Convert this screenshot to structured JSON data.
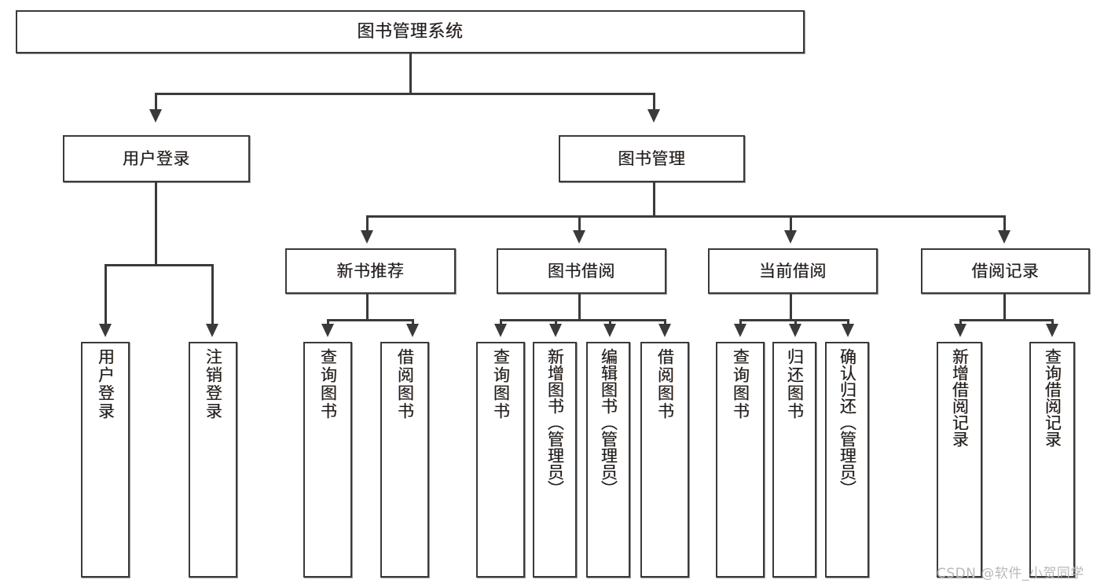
{
  "diagram": {
    "title": "图书管理系统",
    "type": "hierarchy-tree",
    "watermark": "CSDN @软件_小贺同学",
    "colors": {
      "background": "#ffffff",
      "box_border": "#3a3a3a",
      "box_fill": "#ffffff",
      "connector": "#3a3a3a",
      "text": "#1d1d1d",
      "watermark": "#b9b9b9"
    },
    "root": {
      "label": "图书管理系统"
    },
    "level1": [
      {
        "label": "用户登录"
      },
      {
        "label": "图书管理"
      }
    ],
    "level2": [
      {
        "label": "新书推荐"
      },
      {
        "label": "图书借阅"
      },
      {
        "label": "当前借阅"
      },
      {
        "label": "借阅记录"
      }
    ],
    "leaves": {
      "user_login": [
        {
          "label": "用户登录"
        },
        {
          "label": "注销登录"
        }
      ],
      "new_book_recommend": [
        {
          "label": "查询图书"
        },
        {
          "label": "借阅图书"
        }
      ],
      "book_borrow": [
        {
          "label": "查询图书"
        },
        {
          "label": "新增图书（管理员）"
        },
        {
          "label": "编辑图书（管理员）"
        },
        {
          "label": "借阅图书"
        }
      ],
      "current_borrow": [
        {
          "label": "查询图书"
        },
        {
          "label": "归还图书"
        },
        {
          "label": "确认归还（管理员）"
        }
      ],
      "borrow_record": [
        {
          "label": "新增借阅记录"
        },
        {
          "label": "查询借阅记录"
        }
      ]
    }
  }
}
